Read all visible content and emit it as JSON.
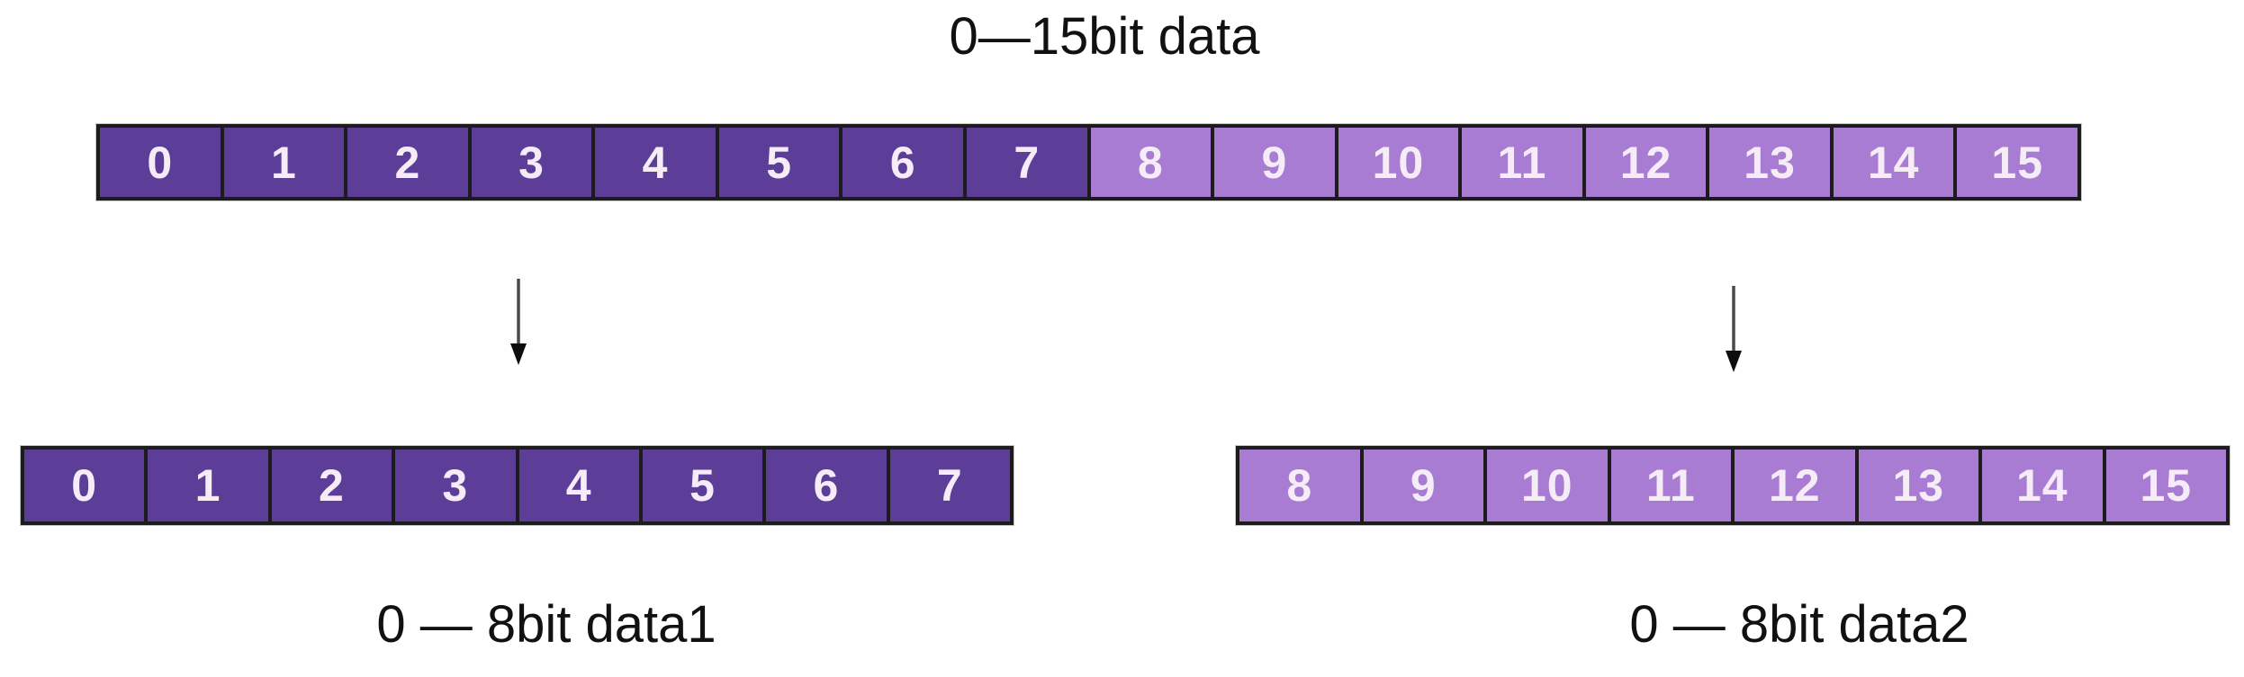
{
  "title": "0—15bit data",
  "labels": {
    "data1": "0 — 8bit data1",
    "data2": "0 — 8bit data2"
  },
  "colors": {
    "background": "#ffffff",
    "dark_purple": "#5c3e99",
    "light_purple": "#a87cd2",
    "cell_text": "#f5ecf8",
    "cell_border": "#1c1c1c",
    "label_text": "#111111",
    "arrow_line": "#4a4a4a",
    "arrow_head": "#0d0d0d"
  },
  "icons": {
    "left_arrow": "down-arrow",
    "right_arrow": "down-arrow"
  },
  "rows": {
    "top": {
      "cells": [
        {
          "label": "0",
          "variant": "dark"
        },
        {
          "label": "1",
          "variant": "dark"
        },
        {
          "label": "2",
          "variant": "dark"
        },
        {
          "label": "3",
          "variant": "dark"
        },
        {
          "label": "4",
          "variant": "dark"
        },
        {
          "label": "5",
          "variant": "dark"
        },
        {
          "label": "6",
          "variant": "dark"
        },
        {
          "label": "7",
          "variant": "dark"
        },
        {
          "label": "8",
          "variant": "light"
        },
        {
          "label": "9",
          "variant": "light"
        },
        {
          "label": "10",
          "variant": "light"
        },
        {
          "label": "11",
          "variant": "light"
        },
        {
          "label": "12",
          "variant": "light"
        },
        {
          "label": "13",
          "variant": "light"
        },
        {
          "label": "14",
          "variant": "light"
        },
        {
          "label": "15",
          "variant": "light"
        }
      ]
    },
    "bottom_left": {
      "cells": [
        {
          "label": "0",
          "variant": "dark"
        },
        {
          "label": "1",
          "variant": "dark"
        },
        {
          "label": "2",
          "variant": "dark"
        },
        {
          "label": "3",
          "variant": "dark"
        },
        {
          "label": "4",
          "variant": "dark"
        },
        {
          "label": "5",
          "variant": "dark"
        },
        {
          "label": "6",
          "variant": "dark"
        },
        {
          "label": "7",
          "variant": "dark"
        }
      ]
    },
    "bottom_right": {
      "cells": [
        {
          "label": "8",
          "variant": "light"
        },
        {
          "label": "9",
          "variant": "light"
        },
        {
          "label": "10",
          "variant": "light"
        },
        {
          "label": "11",
          "variant": "light"
        },
        {
          "label": "12",
          "variant": "light"
        },
        {
          "label": "13",
          "variant": "light"
        },
        {
          "label": "14",
          "variant": "light"
        },
        {
          "label": "15",
          "variant": "light"
        }
      ]
    }
  }
}
